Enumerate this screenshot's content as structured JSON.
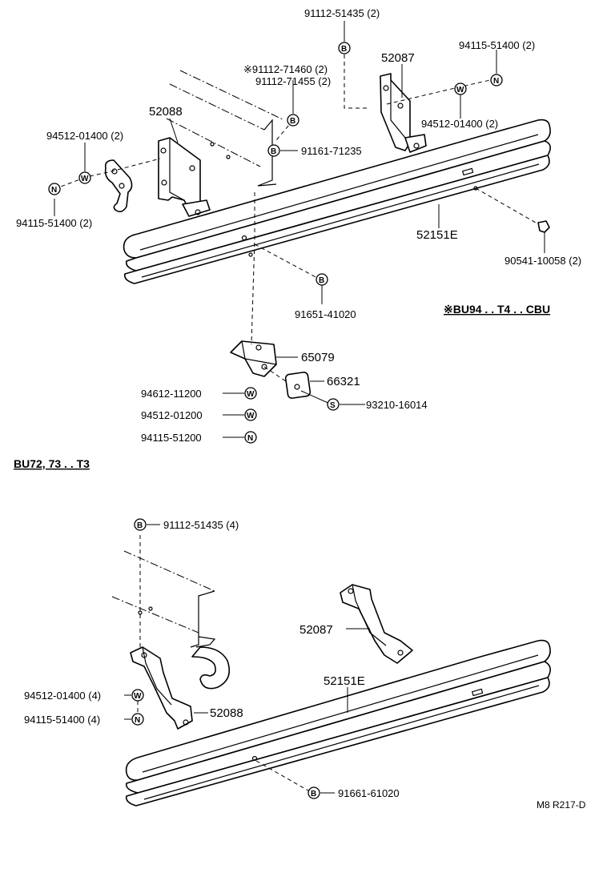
{
  "top": {
    "parts": {
      "p91112_51435": "91112-51435 (2)",
      "p94115_51400_r": "94115-51400 (2)",
      "p52087": "52087",
      "p91112_71460": "※91112-71460 (2)",
      "p91112_71455": "91112-71455 (2)",
      "p52088": "52088",
      "p94512_01400_l": "94512-01400 (2)",
      "p94512_01400_r": "94512-01400 (2)",
      "p91161_71235": "91161-71235",
      "p94115_51400_l": "94115-51400 (2)",
      "p52151e": "52151E",
      "p90541_10058": "90541-10058 (2)",
      "p91651_41020": "91651-41020",
      "p65079": "65079",
      "p66321": "66321",
      "p94612_11200": "94612-11200",
      "p94512_01200": "94512-01200",
      "p94115_51200": "94115-51200",
      "p93210_16014": "93210-16014"
    },
    "note": "※BU94 . . T4 . . CBU",
    "section_title": "BU72, 73 . . T3"
  },
  "bottom": {
    "parts": {
      "p91112_51435": "91112-51435 (4)",
      "p52087": "52087",
      "p52151e": "52151E",
      "p94512_01400": "94512-01400 (4)",
      "p94115_51400": "94115-51400 (4)",
      "p52088": "52088",
      "p91661_61020": "91661-61020"
    }
  },
  "symbols": {
    "bolt": "B",
    "washer": "W",
    "nut": "N",
    "screw": "S"
  },
  "footer": {
    "code": "M8 R217-D"
  }
}
